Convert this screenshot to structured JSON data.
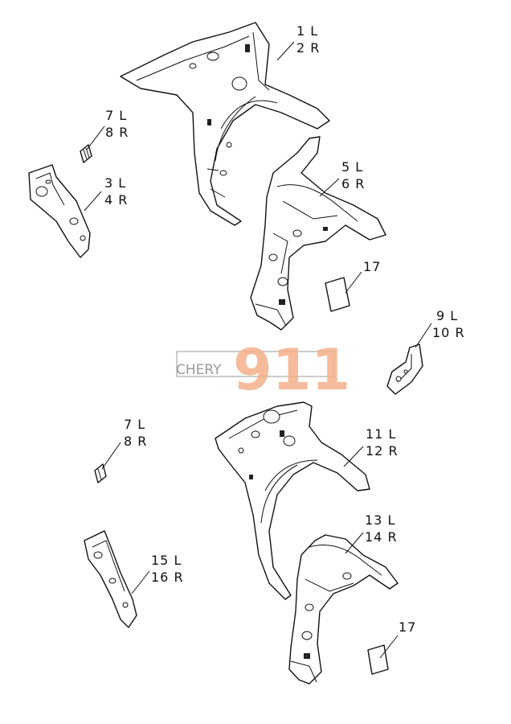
{
  "callouts": [
    {
      "id": "c1",
      "line1": "1  L",
      "line2": "2  R"
    },
    {
      "id": "c2",
      "line1": "7  L",
      "line2": "8  R"
    },
    {
      "id": "c3",
      "line1": "3  L",
      "line2": "4  R"
    },
    {
      "id": "c4",
      "line1": "5  L",
      "line2": "6  R"
    },
    {
      "id": "c5",
      "line1": "17"
    },
    {
      "id": "c6",
      "line1": "9  L",
      "line2": "10 R"
    },
    {
      "id": "c7",
      "line1": "7  L",
      "line2": "8  R"
    },
    {
      "id": "c8",
      "line1": "11 L",
      "line2": "12 R"
    },
    {
      "id": "c9",
      "line1": "13 L",
      "line2": "14 R"
    },
    {
      "id": "c10",
      "line1": "15 L",
      "line2": "16 R"
    },
    {
      "id": "c11",
      "line1": "17"
    }
  ],
  "watermark": {
    "brand": "CHERY",
    "number": "911"
  }
}
